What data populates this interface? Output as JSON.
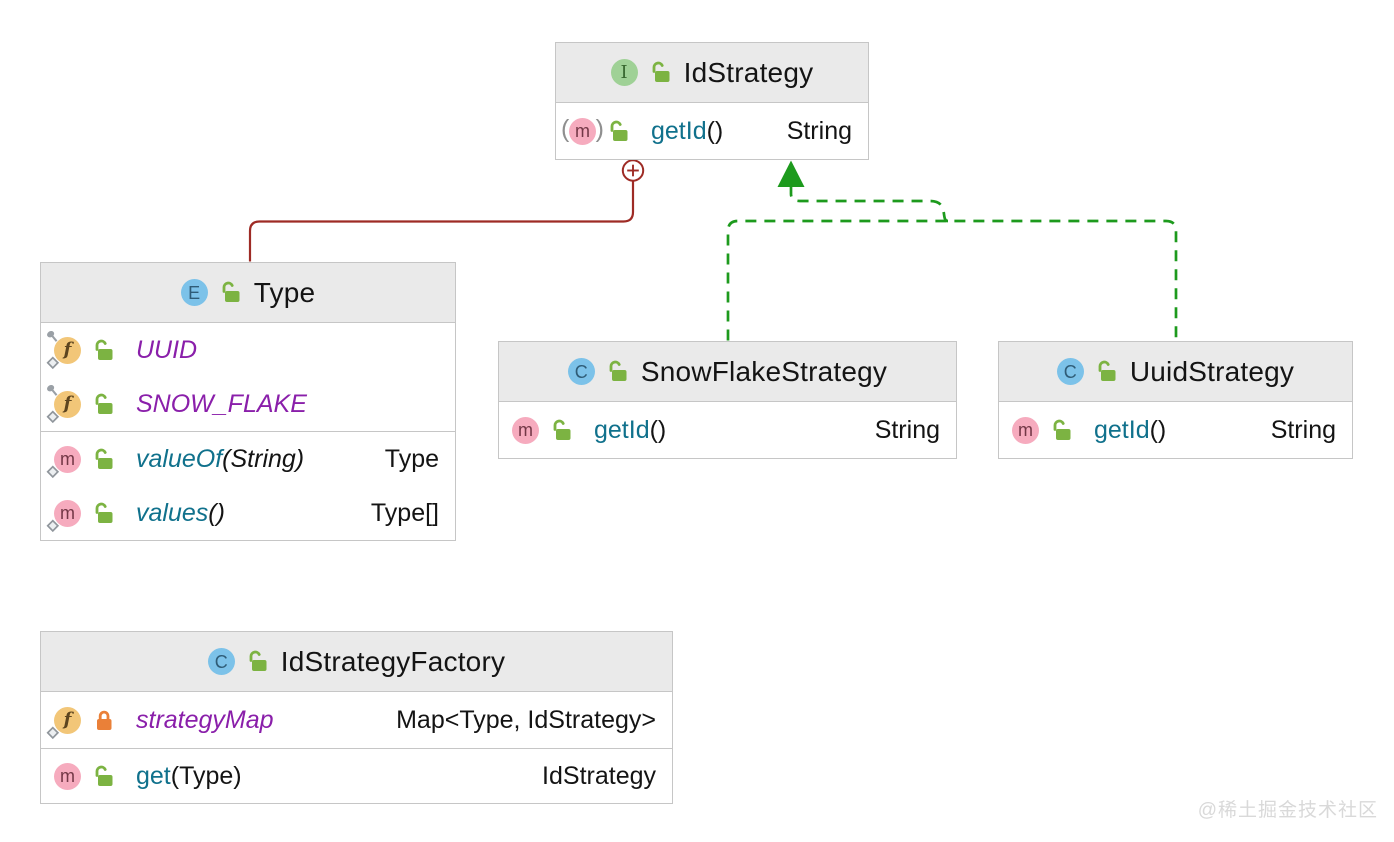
{
  "watermark": "@稀土掘金技术社区",
  "icons": {
    "method_letter": "m",
    "field_letter": "f",
    "paren_open": "(",
    "paren_close": ")"
  },
  "colors": {
    "text": "#141414",
    "header_bg": "#eaeaea",
    "box_border": "#c6c6c6",
    "method_name": "#10718c",
    "field_name": "#8a1faa",
    "edge_inner": "#9e2b25",
    "edge_green": "#1d9a1d",
    "interface_icon_bg": "#9fd196",
    "interface_icon_fg": "#37672f",
    "class_icon_bg": "#7cc2e9",
    "class_icon_fg": "#2f5c77",
    "method_icon_bg": "#f6abbe",
    "method_icon_fg": "#733746",
    "field_icon_bg": "#f2c678",
    "field_icon_fg": "#5d451f",
    "lock_open": "#7cb342",
    "lock_closed": "#ea8038",
    "overlay_gray": "#9aa0a6",
    "watermark": "#d9d9d9"
  },
  "boxes": {
    "idstrategy": {
      "kind": "interface",
      "kind_letter": "I",
      "title": "IdStrategy",
      "methods": [
        {
          "name": "getId",
          "params": "()",
          "ret": "String"
        }
      ]
    },
    "type": {
      "kind": "enum",
      "kind_letter": "E",
      "title": "Type",
      "fields": [
        {
          "name": "UUID"
        },
        {
          "name": "SNOW_FLAKE"
        }
      ],
      "methods": [
        {
          "name": "valueOf",
          "params": "(String)",
          "ret": "Type"
        },
        {
          "name": "values",
          "params": "()",
          "ret": "Type[]"
        }
      ]
    },
    "snowflake": {
      "kind": "class",
      "kind_letter": "C",
      "title": "SnowFlakeStrategy",
      "methods": [
        {
          "name": "getId",
          "params": "()",
          "ret": "String"
        }
      ]
    },
    "uuid": {
      "kind": "class",
      "kind_letter": "C",
      "title": "UuidStrategy",
      "methods": [
        {
          "name": "getId",
          "params": "()",
          "ret": "String"
        }
      ]
    },
    "factory": {
      "kind": "class",
      "kind_letter": "C",
      "title": "IdStrategyFactory",
      "fields": [
        {
          "name": "strategyMap",
          "type": "Map<Type, IdStrategy>"
        }
      ],
      "methods": [
        {
          "name": "get",
          "params": "(Type)",
          "ret": "IdStrategy"
        }
      ]
    }
  },
  "edges": [
    {
      "from": "Type",
      "to": "IdStrategy",
      "relation": "inner-usage",
      "style": "solid",
      "color": "#9e2b25"
    },
    {
      "from": "SnowFlakeStrategy",
      "to": "IdStrategy",
      "relation": "implements",
      "style": "dashed",
      "color": "#1d9a1d"
    },
    {
      "from": "UuidStrategy",
      "to": "IdStrategy",
      "relation": "implements",
      "style": "dashed",
      "color": "#1d9a1d"
    }
  ]
}
